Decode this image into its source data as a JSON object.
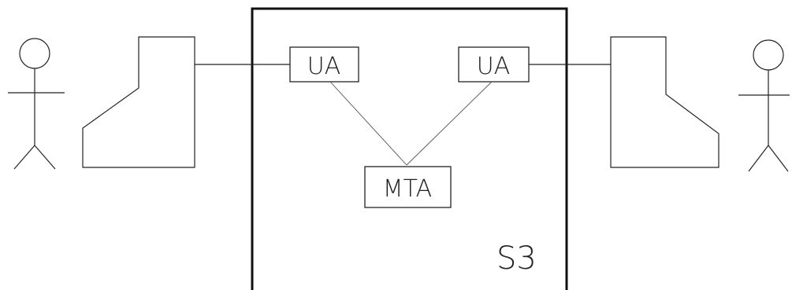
{
  "diagram": {
    "system_label": "S3",
    "ua_left_label": "UA",
    "ua_right_label": "UA",
    "mta_label": "MTA"
  }
}
